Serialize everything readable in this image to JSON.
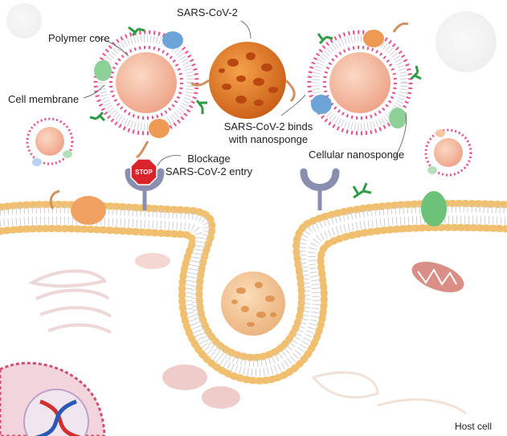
{
  "labels": {
    "sars_cov_2": "SARS-CoV-2",
    "polymer_core": "Polymer core",
    "cell_membrane": "Cell membrane",
    "binds_line1": "SARS-CoV-2 binds",
    "binds_line2": "with nanosponge",
    "blockage_line1": "Blockage",
    "blockage_line2": "SARS-CoV-2 entry",
    "cellular_nanosponge": "Cellular nanosponge",
    "host_cell": "Host cell",
    "stop_sign": "STOP"
  },
  "colors": {
    "lipid_head_cell": "#f0c070",
    "lipid_head_sponge": "#e8508a",
    "polymer_core": "#f6c2a8",
    "virus": "#e07428",
    "receptor": "#8a8fb0",
    "stop_red": "#d8242a",
    "protein_green": "#5cbf6a",
    "protein_blue": "#6da4d8",
    "protein_orange": "#ee9a55"
  }
}
